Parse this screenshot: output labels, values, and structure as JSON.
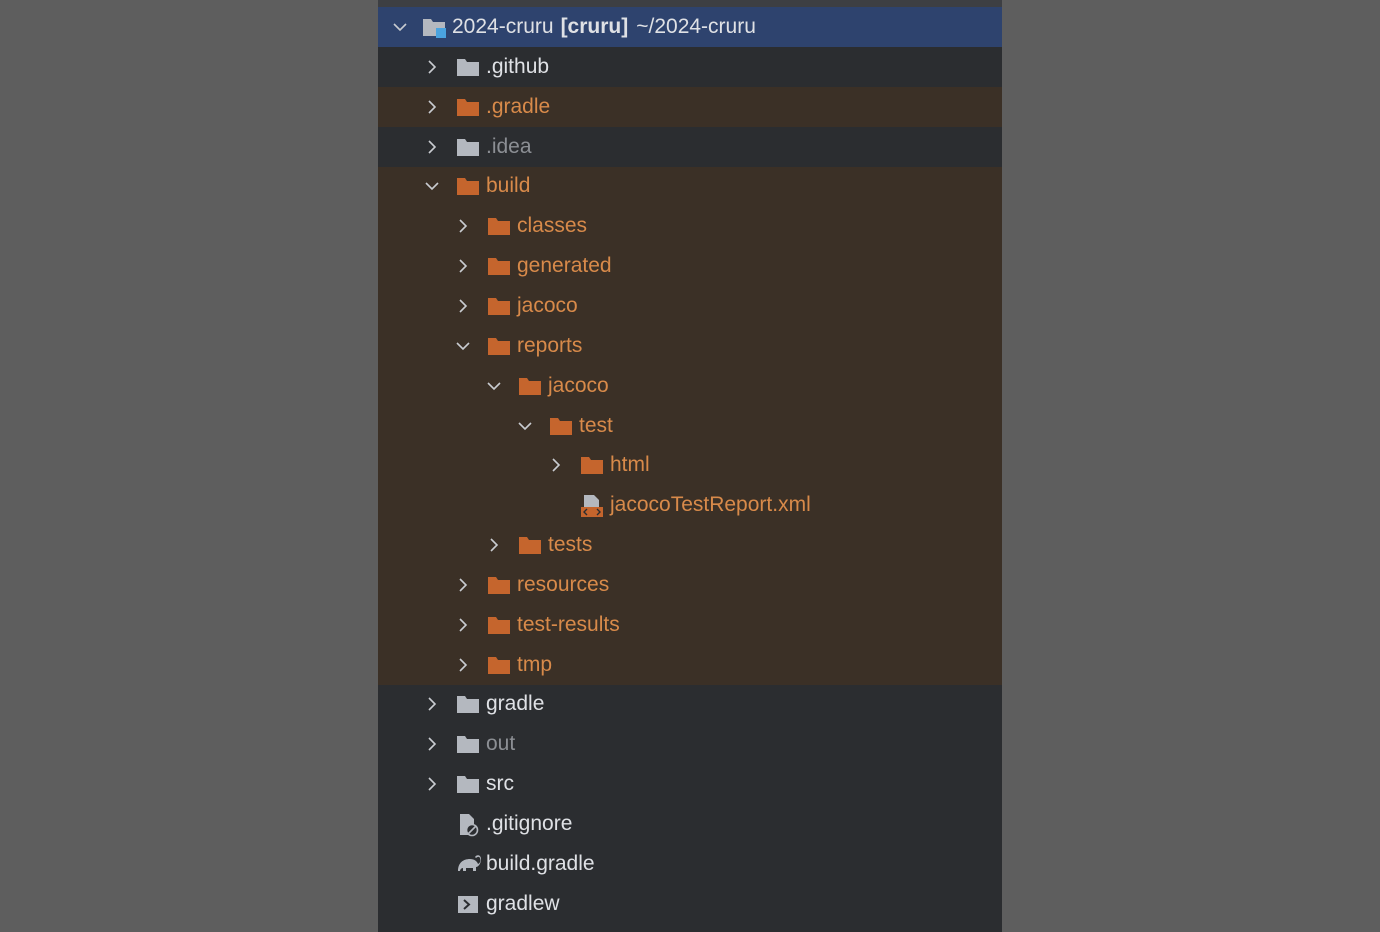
{
  "project_tree": {
    "root": {
      "name": "2024-cruru",
      "module": "[cruru]",
      "path": "~/2024-cruru"
    },
    "items": [
      {
        "label": ".github",
        "icon": "folder-icon"
      },
      {
        "label": ".gradle",
        "icon": "excluded-folder-icon"
      },
      {
        "label": ".idea",
        "icon": "folder-icon"
      },
      {
        "label": "build",
        "icon": "excluded-folder-icon"
      },
      {
        "label": "classes",
        "icon": "excluded-folder-icon"
      },
      {
        "label": "generated",
        "icon": "excluded-folder-icon"
      },
      {
        "label": "jacoco",
        "icon": "excluded-folder-icon"
      },
      {
        "label": "reports",
        "icon": "excluded-folder-icon"
      },
      {
        "label": "jacoco",
        "icon": "excluded-folder-icon"
      },
      {
        "label": "test",
        "icon": "excluded-folder-icon"
      },
      {
        "label": "html",
        "icon": "excluded-folder-icon"
      },
      {
        "label": "jacocoTestReport.xml",
        "icon": "xml-file-icon"
      },
      {
        "label": "tests",
        "icon": "excluded-folder-icon"
      },
      {
        "label": "resources",
        "icon": "excluded-folder-icon"
      },
      {
        "label": "test-results",
        "icon": "excluded-folder-icon"
      },
      {
        "label": "tmp",
        "icon": "excluded-folder-icon"
      },
      {
        "label": "gradle",
        "icon": "folder-icon"
      },
      {
        "label": "out",
        "icon": "folder-icon"
      },
      {
        "label": "src",
        "icon": "folder-icon"
      },
      {
        "label": ".gitignore",
        "icon": "gitignore-file-icon"
      },
      {
        "label": "build.gradle",
        "icon": "gradle-elephant-icon"
      },
      {
        "label": "gradlew",
        "icon": "shell-script-icon"
      }
    ]
  },
  "colors": {
    "background": "#2b2d30",
    "selected_row": "#2e436e",
    "excluded_row": "#3b3026",
    "excluded_text": "#d88a4a",
    "folder_gray": "#b4b8bf",
    "folder_orange": "#c5652d",
    "text": "#dfe1e5",
    "dim_text": "#8c8f94"
  }
}
